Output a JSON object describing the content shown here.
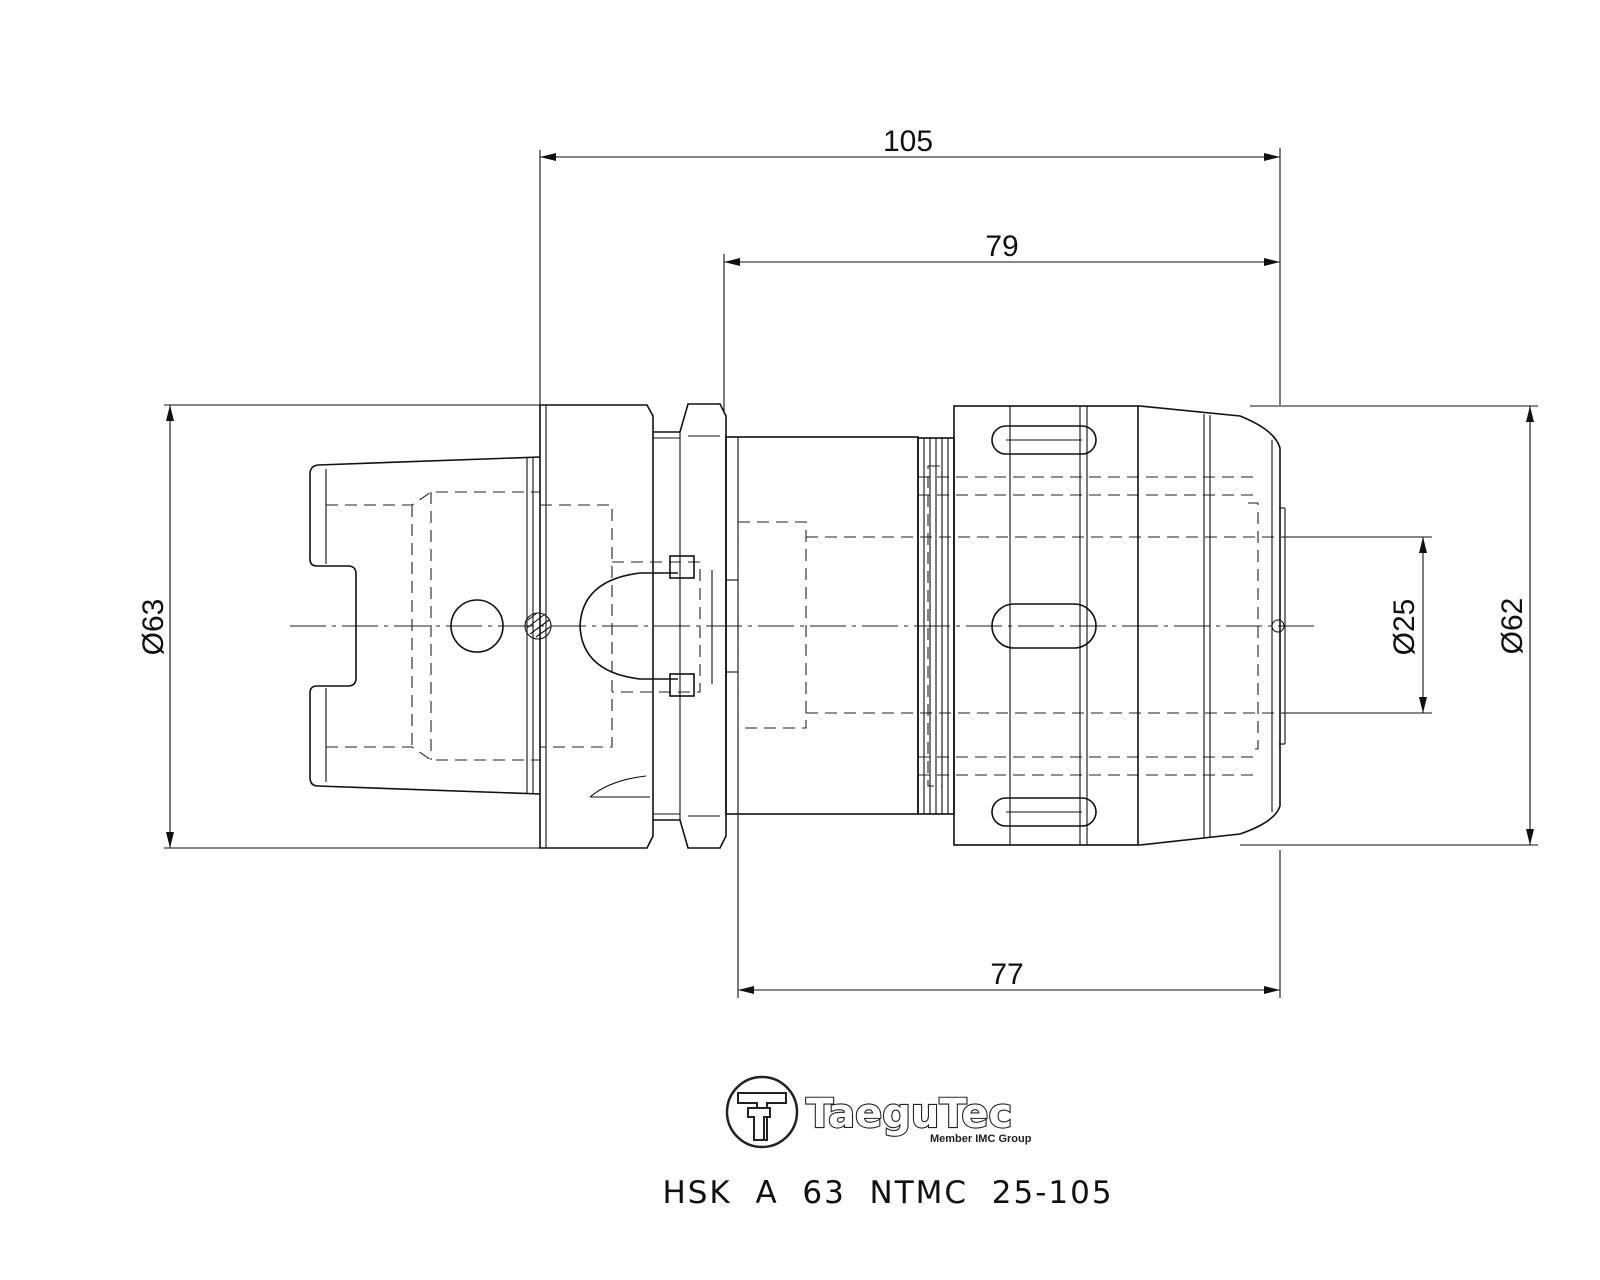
{
  "dimensions": {
    "overall_length": "105",
    "gauge_length": "79",
    "nose_length": "77",
    "shank_diameter": "Ø63",
    "body_diameter": "Ø62",
    "bore_diameter": "Ø25"
  },
  "logo": {
    "brand": "TaeguTec",
    "tagline": "Member IMC Group"
  },
  "part_number": "HSK  A  63  NTMC  25-105"
}
